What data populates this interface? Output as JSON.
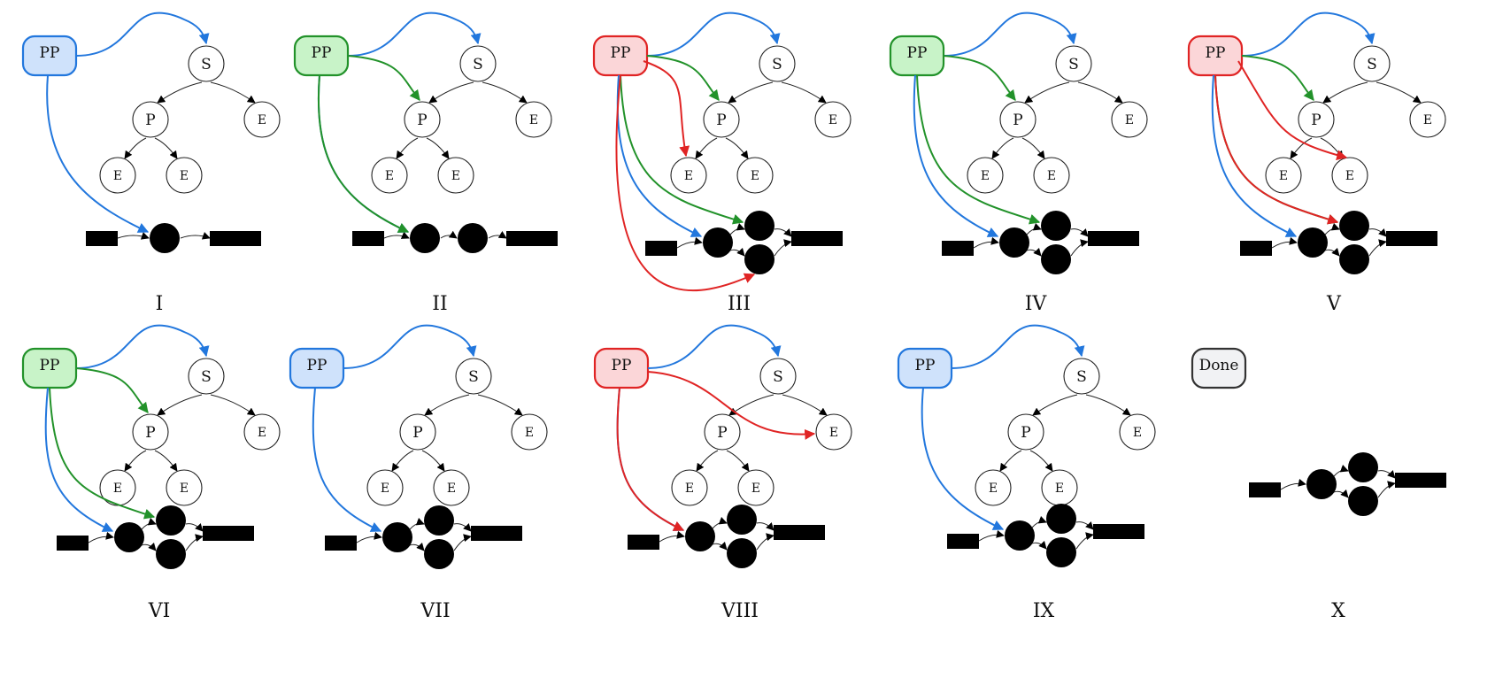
{
  "colors": {
    "blue": "#2277dd",
    "green": "#22922a",
    "red": "#e02424",
    "gray": "#333333",
    "blue_fill": "#cfe2fb",
    "green_fill": "#c8f3c8",
    "red_fill": "#fbd6d8",
    "gray_fill": "#f1f2f4",
    "ink": "#000000"
  },
  "tree_nodes": {
    "root": "S",
    "mid": "P",
    "leaf": "E"
  },
  "panels": [
    {
      "label": "I",
      "badge": "PP",
      "badge_style": "blue",
      "net": "chain2",
      "edges": [
        "blue-root",
        "blue-bottom"
      ]
    },
    {
      "label": "II",
      "badge": "PP",
      "badge_style": "green",
      "net": "chain2b",
      "edges": [
        "blue-root",
        "green-p",
        "blue-bottom",
        "green-bottom"
      ]
    },
    {
      "label": "III",
      "badge": "PP",
      "badge_style": "red",
      "net": "fork",
      "edges": [
        "blue-root",
        "green-p",
        "red-e1",
        "blue-bottom",
        "green-top",
        "red-low"
      ]
    },
    {
      "label": "IV",
      "badge": "PP",
      "badge_style": "green",
      "net": "fork",
      "edges": [
        "blue-root",
        "green-p",
        "blue-bottom",
        "green-top"
      ]
    },
    {
      "label": "V",
      "badge": "PP",
      "badge_style": "red",
      "net": "fork",
      "edges": [
        "blue-root",
        "green-p",
        "red-e2",
        "blue-bottom",
        "green-top",
        "red-top"
      ]
    },
    {
      "label": "VI",
      "badge": "PP",
      "badge_style": "green",
      "net": "fork",
      "edges": [
        "blue-root",
        "green-p",
        "blue-bottom",
        "green-top"
      ]
    },
    {
      "label": "VII",
      "badge": "PP",
      "badge_style": "blue",
      "net": "fork",
      "edges": [
        "blue-root",
        "blue-bottom"
      ]
    },
    {
      "label": "VIII",
      "badge": "PP",
      "badge_style": "red",
      "net": "fork",
      "edges": [
        "blue-root",
        "red-eright",
        "blue-bottom",
        "red-bottom"
      ]
    },
    {
      "label": "IX",
      "badge": "PP",
      "badge_style": "blue",
      "net": "fork",
      "edges": [
        "blue-root",
        "blue-bottom"
      ]
    },
    {
      "label": "X",
      "badge": "Done",
      "badge_style": "gray",
      "net": "fork-only",
      "edges": []
    }
  ]
}
